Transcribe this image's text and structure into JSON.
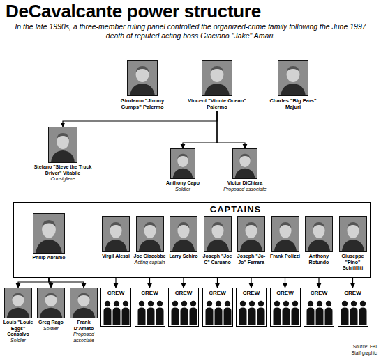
{
  "diagram": {
    "title": "DeCavalcante power structure",
    "caption": "In the late 1990s, a three-member ruling panel controlled the organized-crime family following the June 1997 death of reputed acting boss Giaciano \"Jake\" Amari.",
    "nodes": [
      {
        "text": [
          "Girolamo \"Jimmy Gumps\" Palermo"
        ]
      },
      {
        "text": [
          "Vincent \"Vinnie Ocean\" Palermo"
        ]
      },
      {
        "text": [
          "Charles \"Big Ears\" Majuri"
        ]
      },
      {
        "text": [
          "Stefano \"Steve the Truck Driver\" Vitabile",
          "Consigliere"
        ]
      },
      {
        "text": [
          "Anthony Capo",
          "Soldier"
        ]
      },
      {
        "text": [
          "Victor DiChiara",
          "Proposed associate"
        ]
      },
      {
        "text": [
          "CAPTAINS"
        ]
      },
      {
        "text": [
          "Philip Abramo"
        ],
        "in": 6
      },
      {
        "text": [
          "Virgil Alessi"
        ],
        "in": 6
      },
      {
        "text": [
          "Joe Giacobbe",
          "Acting captain"
        ],
        "in": 6
      },
      {
        "text": [
          "Larry Schiro"
        ],
        "in": 6
      },
      {
        "text": [
          "Joseph \"Joe C\" Caruano"
        ],
        "in": 6
      },
      {
        "text": [
          "Joseph \"Jo-Jo\" Ferrara"
        ],
        "in": 6
      },
      {
        "text": [
          "Frank Polizzi"
        ],
        "in": 6
      },
      {
        "text": [
          "Anthony Rotundo"
        ],
        "in": 6
      },
      {
        "text": [
          "Giuseppe \"Pino\" Schifilliti"
        ],
        "in": 6
      },
      {
        "text": [
          "Louis \"Louie Eggs\" Consalvo",
          "Soldier"
        ]
      },
      {
        "text": [
          "Greg Rago",
          "Soldier"
        ]
      },
      {
        "text": [
          "Frank D'Amato",
          "Proposed associate"
        ]
      },
      {
        "text": [
          "CREW"
        ]
      },
      {
        "text": [
          "CREW"
        ]
      },
      {
        "text": [
          "CREW"
        ]
      },
      {
        "text": [
          "CREW"
        ]
      },
      {
        "text": [
          "CREW"
        ]
      },
      {
        "text": [
          "CREW"
        ]
      },
      {
        "text": [
          "CREW"
        ]
      },
      {
        "text": [
          "CREW"
        ]
      }
    ],
    "edges": [
      {
        "from": 1,
        "to": 3,
        "arrow": "to"
      },
      {
        "from": 1,
        "to": 4,
        "arrow": "to"
      },
      {
        "from": 1,
        "to": 5,
        "arrow": "to"
      },
      {
        "from": 7,
        "to": 16,
        "arrow": "to"
      },
      {
        "from": 7,
        "to": 17,
        "arrow": "to"
      },
      {
        "from": 7,
        "to": 18,
        "arrow": "to"
      },
      {
        "from": 8,
        "to": 19,
        "arrow": "to"
      },
      {
        "from": 9,
        "to": 20,
        "arrow": "to"
      },
      {
        "from": 10,
        "to": 21,
        "arrow": "to"
      },
      {
        "from": 11,
        "to": 22,
        "arrow": "to"
      },
      {
        "from": 12,
        "to": 23,
        "arrow": "to"
      },
      {
        "from": 13,
        "to": 24,
        "arrow": "to"
      },
      {
        "from": 14,
        "to": 25,
        "arrow": "to"
      },
      {
        "from": 15,
        "to": 26,
        "arrow": "to"
      }
    ],
    "labels": [
      "Source: FBI",
      "Staff graphic"
    ]
  }
}
